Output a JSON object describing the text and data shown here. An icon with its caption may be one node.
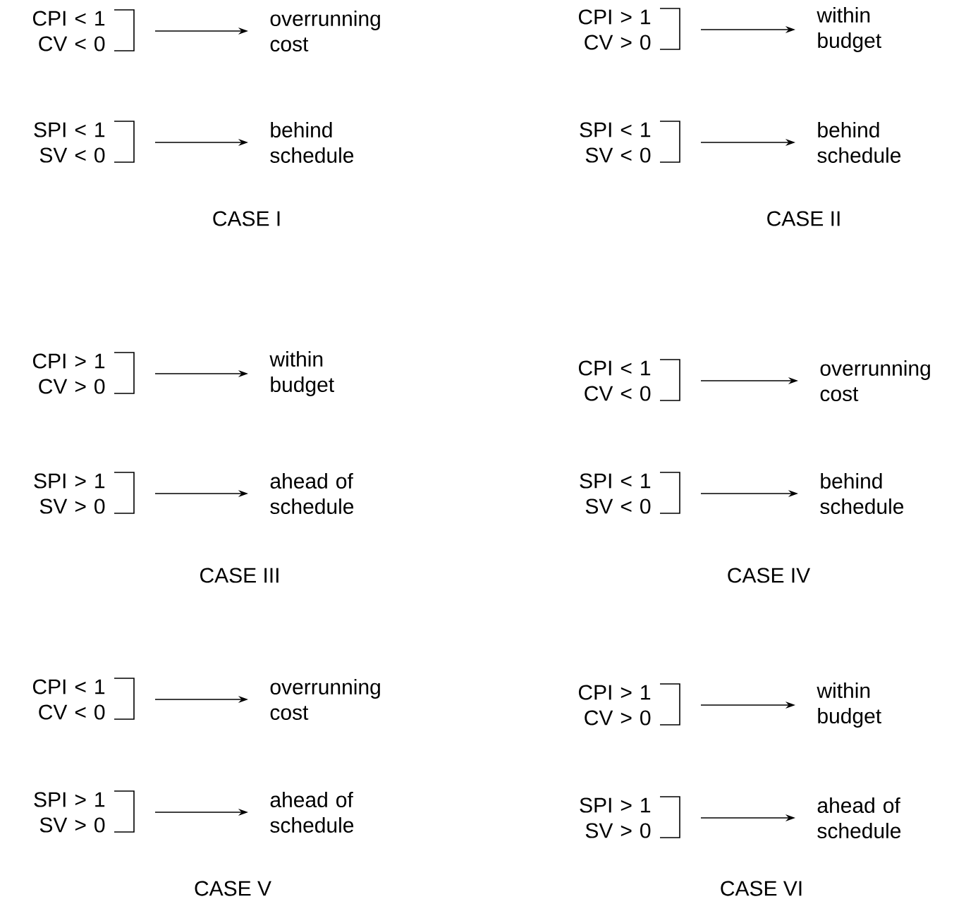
{
  "diagram": {
    "nodes": [
      {
        "text": [
          "CPI < 1 CV < 0"
        ]
      },
      {
        "text": [
          "overrunning cost"
        ]
      },
      {
        "text": [
          "SPI < 1 SV < 0"
        ]
      },
      {
        "text": [
          "behind schedule"
        ]
      },
      {
        "text": [
          "CPI > 1 CV > 0"
        ]
      },
      {
        "text": [
          "within budget"
        ]
      },
      {
        "text": [
          "SPI < 1 SV < 0"
        ]
      },
      {
        "text": [
          "behind schedule"
        ]
      },
      {
        "text": [
          "CPI > 1 CV > 0"
        ]
      },
      {
        "text": [
          "within budget"
        ]
      },
      {
        "text": [
          "SPI > 1 SV > 0"
        ]
      },
      {
        "text": [
          "ahead of schedule"
        ]
      },
      {
        "text": [
          "CPI < 1 CV < 0"
        ]
      },
      {
        "text": [
          "overrunning cost"
        ]
      },
      {
        "text": [
          "SPI < 1 SV < 0"
        ]
      },
      {
        "text": [
          "behind schedule"
        ]
      },
      {
        "text": [
          "CPI < 1 CV < 0"
        ]
      },
      {
        "text": [
          "overrunning cost"
        ]
      },
      {
        "text": [
          "SPI > 1 SV > 0"
        ]
      },
      {
        "text": [
          "ahead of schedule"
        ]
      },
      {
        "text": [
          "CPI > 1 CV > 0"
        ]
      },
      {
        "text": [
          "within budget"
        ]
      },
      {
        "text": [
          "SPI > 1 SV > 0"
        ]
      },
      {
        "text": [
          "ahead of schedule"
        ]
      }
    ],
    "edges": [
      {
        "from": 0,
        "to": 1,
        "arrow": "to"
      },
      {
        "from": 2,
        "to": 3,
        "arrow": "to"
      },
      {
        "from": 4,
        "to": 5,
        "arrow": "to"
      },
      {
        "from": 6,
        "to": 7,
        "arrow": "to"
      },
      {
        "from": 8,
        "to": 9,
        "arrow": "to"
      },
      {
        "from": 10,
        "to": 11,
        "arrow": "to"
      },
      {
        "from": 12,
        "to": 13,
        "arrow": "to"
      },
      {
        "from": 14,
        "to": 15,
        "arrow": "to"
      },
      {
        "from": 16,
        "to": 17,
        "arrow": "to"
      },
      {
        "from": 18,
        "to": 19,
        "arrow": "to"
      },
      {
        "from": 20,
        "to": 21,
        "arrow": "to"
      },
      {
        "from": 22,
        "to": 23,
        "arrow": "to"
      }
    ],
    "labels": [
      "CASE I",
      "CASE II",
      "CASE III",
      "CASE IV",
      "CASE V",
      "CASE VI"
    ]
  }
}
